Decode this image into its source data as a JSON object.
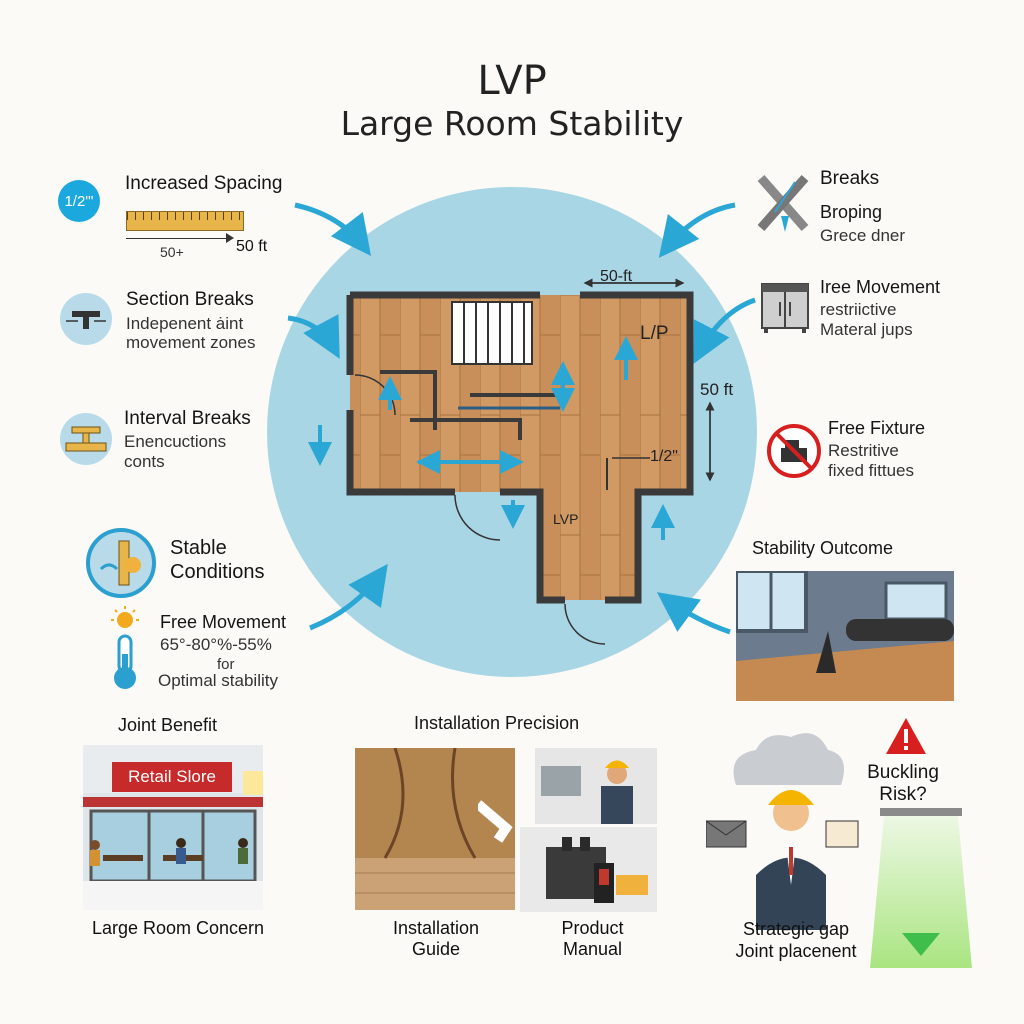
{
  "title": {
    "line1": "LVP",
    "line2": "Large Room Stability"
  },
  "left": {
    "spacing": {
      "icon_text": "1/2\"'",
      "title": "Increased Spacing",
      "ruler_left": "50+",
      "ruler_right": "50 ft"
    },
    "section_breaks": {
      "title": "Section Breaks",
      "line1": "Indepenent ȧint",
      "line2": "movement zones"
    },
    "interval_breaks": {
      "title": "Interval Breaks",
      "line1": "Enencuctions",
      "line2": "conts"
    },
    "stable": {
      "line1": "Stable",
      "line2": "Conditions"
    },
    "free_movement": {
      "title": "Free Movement",
      "line1": "65°-80°%-55%",
      "line2": "for",
      "line3": "Optimal stability"
    }
  },
  "right": {
    "breaks": {
      "title": "Breaks",
      "line1": "Broping",
      "line2": "Grece dner"
    },
    "movement": {
      "title": "Iree Movement",
      "line1": "restriictive",
      "line2": "Materal jups"
    },
    "fixture": {
      "title": "Free Fixture",
      "line1": "Restritive",
      "line2": "fixed fittues"
    },
    "outcome": {
      "title": "Stability Outcome"
    }
  },
  "plan": {
    "dim_top": "50-ft",
    "dim_right": "50 ft",
    "label_lp": "L/P",
    "label_half": "1/2\"",
    "label_lvp": "LVP"
  },
  "bottom": {
    "joint_benefit": "Joint Benefit",
    "store_sign": "Retail Slore",
    "store_caption": "Large Room Concern",
    "precision_title": "Installation Precision",
    "guide": "Installation\nGuide",
    "manual": "Product\nManual",
    "buckling": "Buckling\nRisk?",
    "strategic": "Strategic gap\nJoint placenent"
  },
  "colors": {
    "accent": "#2ba7d6",
    "circle": "#a9d6e5",
    "wood": "#c98f5a",
    "wall": "#3a3a3a",
    "warning": "#d81f1f",
    "beam": "#7ddc4a"
  }
}
